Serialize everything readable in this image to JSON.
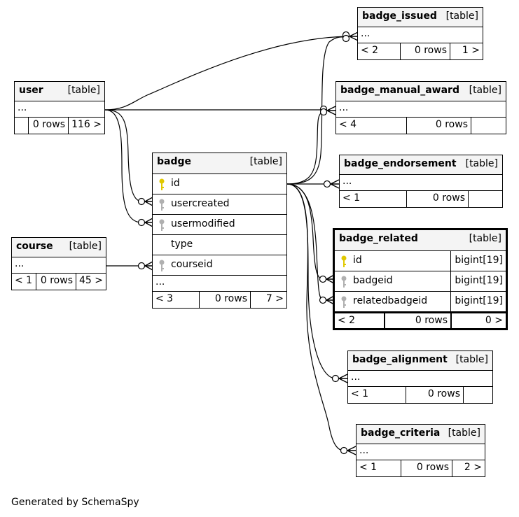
{
  "credit": "Generated by SchemaSpy",
  "tables": {
    "badge_issued": {
      "name": "badge_issued",
      "kind": "[table]",
      "dots": "...",
      "parents": "< 2",
      "rows": "0 rows",
      "children": "1 >"
    },
    "badge_manual_award": {
      "name": "badge_manual_award",
      "kind": "[table]",
      "dots": "...",
      "parents": "< 4",
      "rows": "0 rows",
      "children": ""
    },
    "user": {
      "name": "user",
      "kind": "[table]",
      "dots": "...",
      "parents": "",
      "rows": "0 rows",
      "children": "116 >"
    },
    "badge_endorsement": {
      "name": "badge_endorsement",
      "kind": "[table]",
      "dots": "...",
      "parents": "< 1",
      "rows": "0 rows",
      "children": ""
    },
    "badge": {
      "name": "badge",
      "kind": "[table]",
      "columns": [
        "id",
        "usercreated",
        "usermodified",
        "type",
        "courseid"
      ],
      "dots": "...",
      "parents": "< 3",
      "rows": "0 rows",
      "children": "7 >"
    },
    "course": {
      "name": "course",
      "kind": "[table]",
      "dots": "...",
      "parents": "< 1",
      "rows": "0 rows",
      "children": "45 >"
    },
    "badge_related": {
      "name": "badge_related",
      "kind": "[table]",
      "columns": [
        {
          "name": "id",
          "type": "bigint[19]"
        },
        {
          "name": "badgeid",
          "type": "bigint[19]"
        },
        {
          "name": "relatedbadgeid",
          "type": "bigint[19]"
        }
      ],
      "parents": "< 2",
      "rows": "0 rows",
      "children": "0 >"
    },
    "badge_alignment": {
      "name": "badge_alignment",
      "kind": "[table]",
      "dots": "...",
      "parents": "< 1",
      "rows": "0 rows",
      "children": ""
    },
    "badge_criteria": {
      "name": "badge_criteria",
      "kind": "[table]",
      "dots": "...",
      "parents": "< 1",
      "rows": "0 rows",
      "children": "2 >"
    }
  },
  "key_colors": {
    "primary": "#e0c800",
    "foreign": "#b0b0b0"
  }
}
